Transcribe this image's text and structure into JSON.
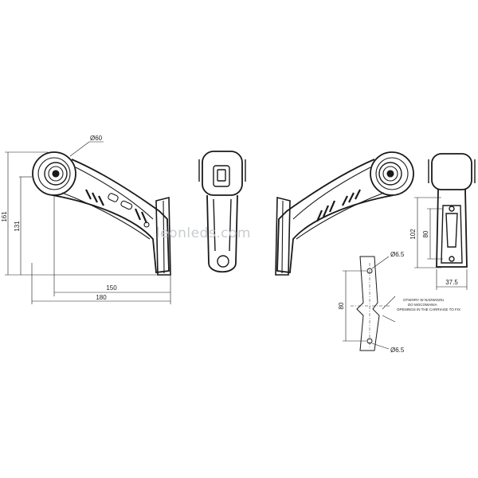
{
  "watermark": "leonleds.com",
  "side_view": {
    "hole_label": "Ø60",
    "height_outer": "161",
    "height_inner": "131",
    "width_inner": "150",
    "width_outer": "180"
  },
  "mount_view": {
    "height_outer": "102",
    "height_inner": "80",
    "width": "37.5"
  },
  "hole_detail": {
    "hole_top": "Ø6.5",
    "hole_bottom": "Ø6.5",
    "spacing": "80",
    "note_pl_1": "OTWORY W NADWOZIU",
    "note_pl_2": "DO MOCOWANIA",
    "note_en": "OPENINGS IN THE CARRIAGE TO FIX"
  },
  "colors": {
    "line": "#1a1a1a",
    "watermark": "#c9ccd0"
  }
}
